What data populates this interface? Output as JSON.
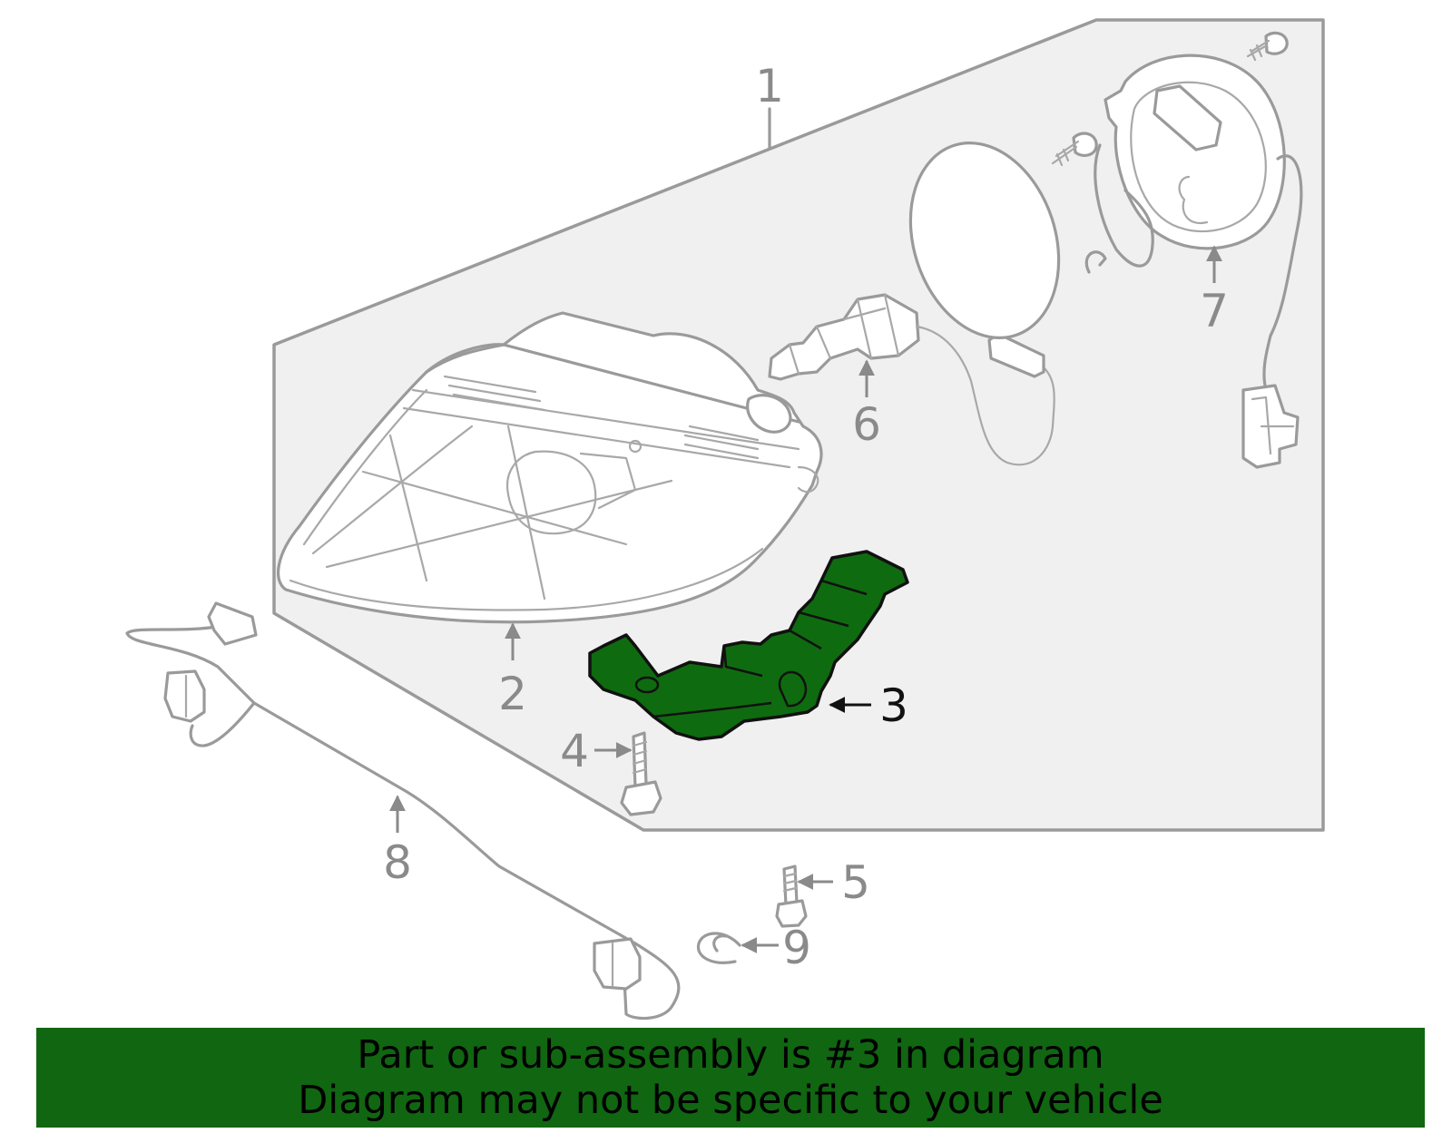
{
  "colors": {
    "highlight": "#0f6b0f",
    "banner": "#116611",
    "line": "#9a9a9a",
    "panel": "#f0f0f0"
  },
  "callouts": {
    "c1": "1",
    "c2": "2",
    "c3": "3",
    "c4": "4",
    "c5": "5",
    "c6": "6",
    "c7": "7",
    "c8": "8",
    "c9": "9"
  },
  "highlighted_part": "3",
  "banner": {
    "line1": "Part or sub-assembly is #3 in diagram",
    "line2": "Diagram may not be specific to your vehicle"
  }
}
